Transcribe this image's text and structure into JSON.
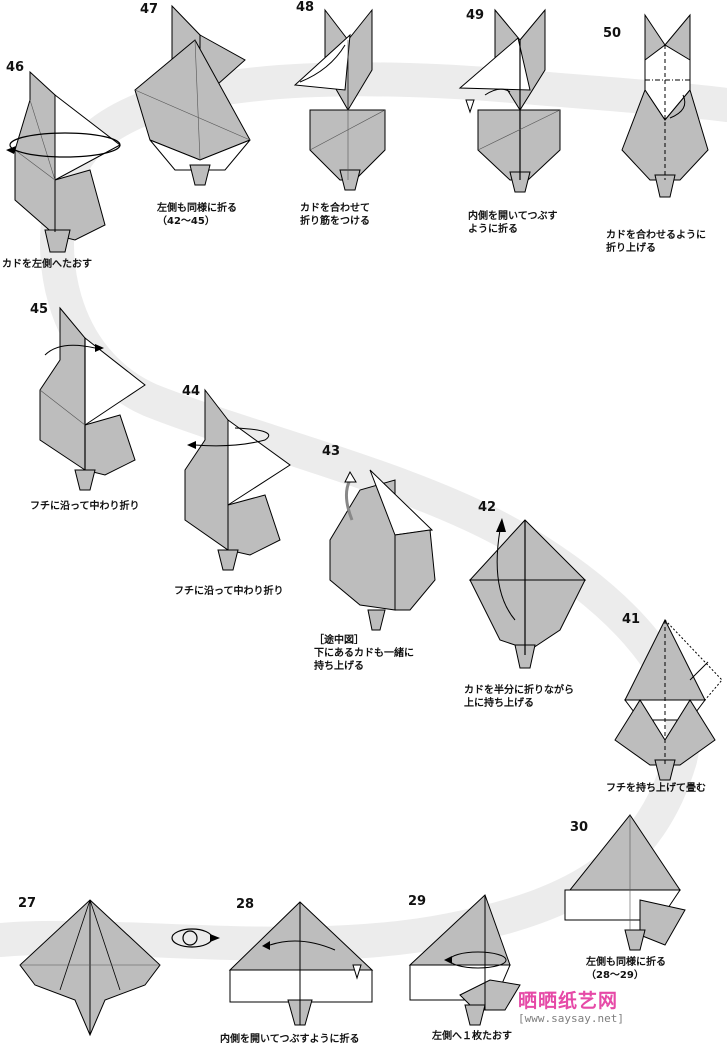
{
  "steps": [
    {
      "num": "46",
      "caption": "カドを左側へたおす"
    },
    {
      "num": "47",
      "caption": "左側も同様に折る\n（42〜45）"
    },
    {
      "num": "48",
      "caption": "カドを合わせて\n折り筋をつける"
    },
    {
      "num": "49",
      "caption": "内側を開いてつぶす\nように折る"
    },
    {
      "num": "50",
      "caption": "カドを合わせるように\n折り上げる"
    },
    {
      "num": "45",
      "caption": "フチに沿って中わり折り"
    },
    {
      "num": "44",
      "caption": "フチに沿って中わり折り"
    },
    {
      "num": "43",
      "caption": "［途中図］\n下にあるカドも一緒に\n持ち上げる"
    },
    {
      "num": "42",
      "caption": "カドを半分に折りながら\n上に持ち上げる"
    },
    {
      "num": "41",
      "caption": "フチを持ち上げて畳む"
    },
    {
      "num": "30",
      "caption": "左側も同様に折る\n（28〜29）"
    },
    {
      "num": "27",
      "caption": ""
    },
    {
      "num": "28",
      "caption": "内側を開いてつぶすように折る"
    },
    {
      "num": "29",
      "caption": "左側へ１枚たおす"
    }
  ],
  "watermark": {
    "brand": "晒晒纸艺网",
    "site": "[www.saysay.net]"
  },
  "colors": {
    "paper_gray": "#bdbdbd",
    "paper_white": "#ffffff",
    "path_band": "#ececec",
    "brand": "#e64aa7"
  }
}
